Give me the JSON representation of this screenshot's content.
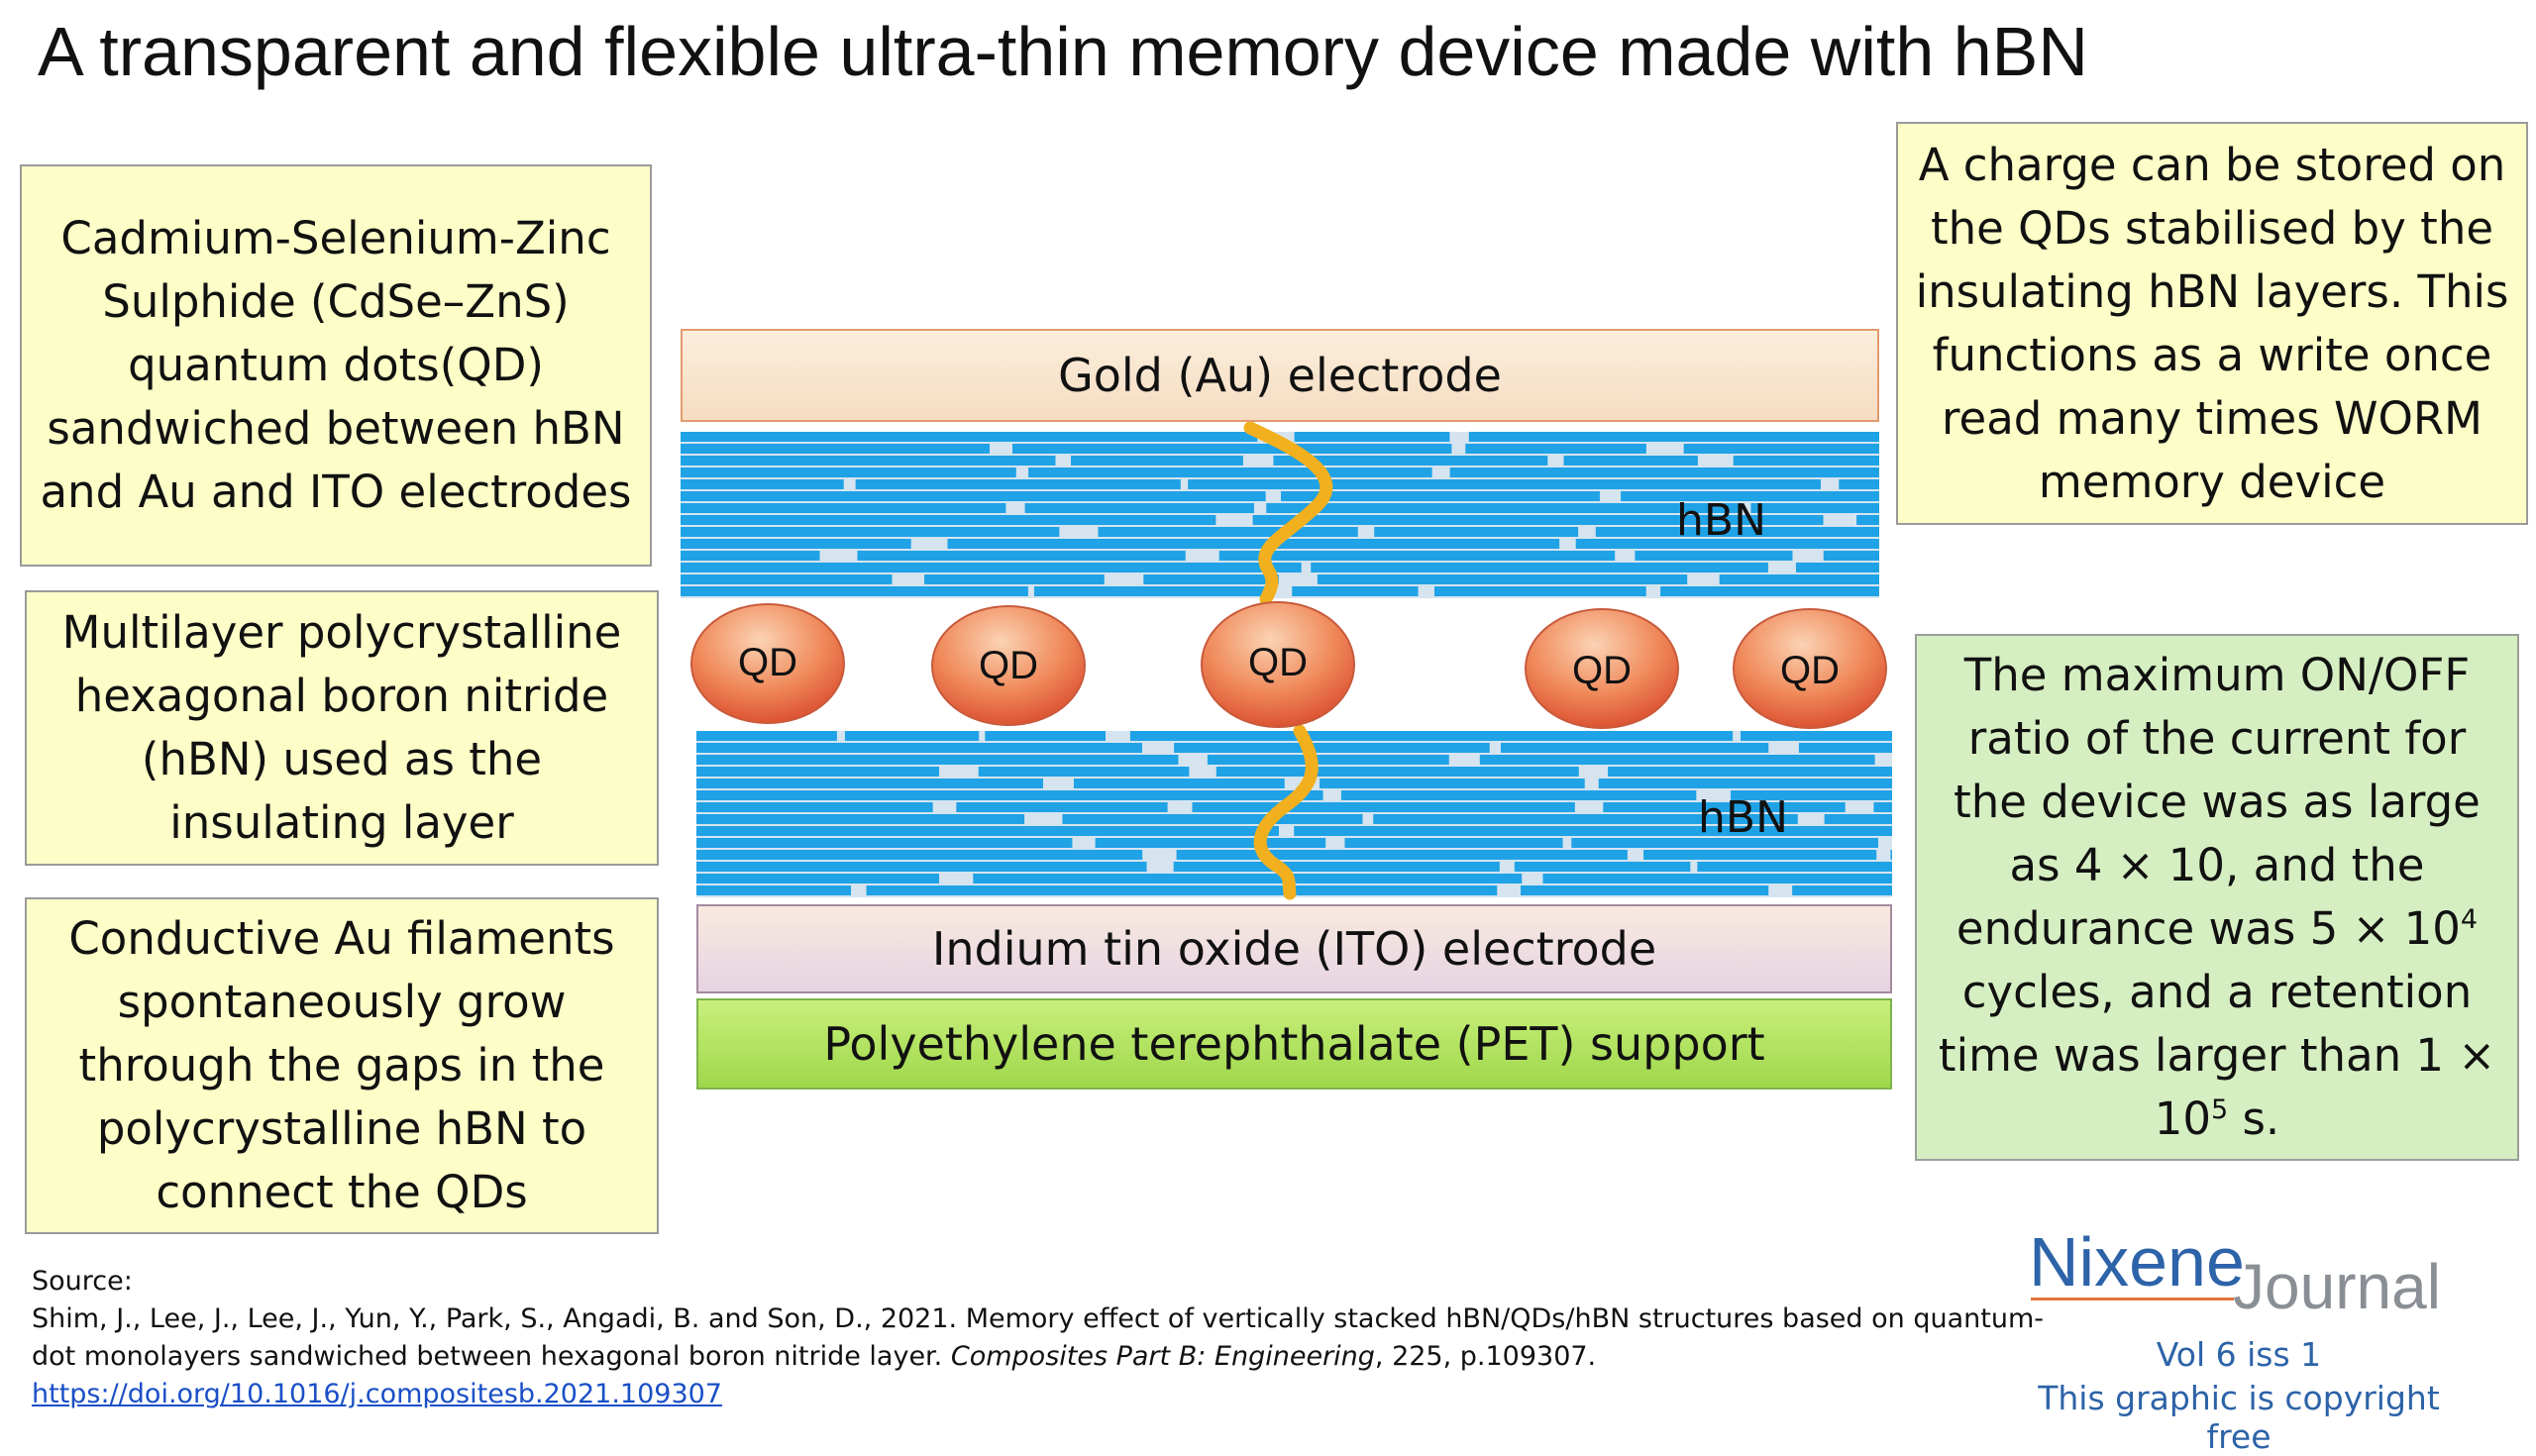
{
  "title": "A transparent and flexible ultra-thin memory device made with hBN",
  "notes": {
    "qd_desc": "Cadmium-Selenium-Zinc Sulphide (CdSe–ZnS) quantum dots(QD) sandwiched between hBN and Au and ITO electrodes",
    "hbn_desc": "Multilayer polycrystalline hexagonal boron nitride (hBN) used as the insulating layer",
    "filament_desc": "Conductive Au filaments spontaneously grow through the gaps in the polycrystalline hBN to connect the QDs",
    "charge_desc": "A charge can be stored on the QDs stabilised by the insulating hBN layers. This functions as a write once read many times WORM memory device",
    "ratio": {
      "p1": "The maximum ON/OFF ratio of the current for the device was as large as 4 × 10, and the endurance was 5 × 10",
      "sup1": "4",
      "p2": " cycles, and a retention time was larger than 1 × 10",
      "sup2": "5",
      "p3": " s."
    }
  },
  "layers": {
    "gold": "Gold (Au) electrode",
    "ito": "Indium tin oxide (ITO) electrode",
    "pet": "Polyethylene terephthalate (PET) support",
    "hbn_top": "hBN",
    "hbn_bottom": "hBN",
    "qd": [
      "QD",
      "QD",
      "QD",
      "QD",
      "QD"
    ]
  },
  "colors": {
    "hbn_blue": "#1fa2e6",
    "filament": "#f2b01e",
    "qd_fill": "#e9643f",
    "qd_highlight": "#fbd3b4"
  },
  "source": {
    "label": "Source:",
    "citation_1": "Shim, J., Lee, J., Lee, J., Yun, Y., Park, S., Angadi, B. and Son, D., 2021. Memory effect of vertically stacked hBN/QDs/hBN structures based on quantum-",
    "citation_2a": "dot monolayers sandwiched between hexagonal boron nitride layer. ",
    "citation_journal": "Composites Part B: Engineering",
    "citation_2b": ", 225, p.109307.",
    "doi": "https://doi.org/10.1016/j.compositesb.2021.109307"
  },
  "logo": {
    "nixene": "Nixene",
    "journal": "Journal",
    "vol": "Vol 6 iss 1",
    "copyright": "This graphic is copyright free"
  }
}
